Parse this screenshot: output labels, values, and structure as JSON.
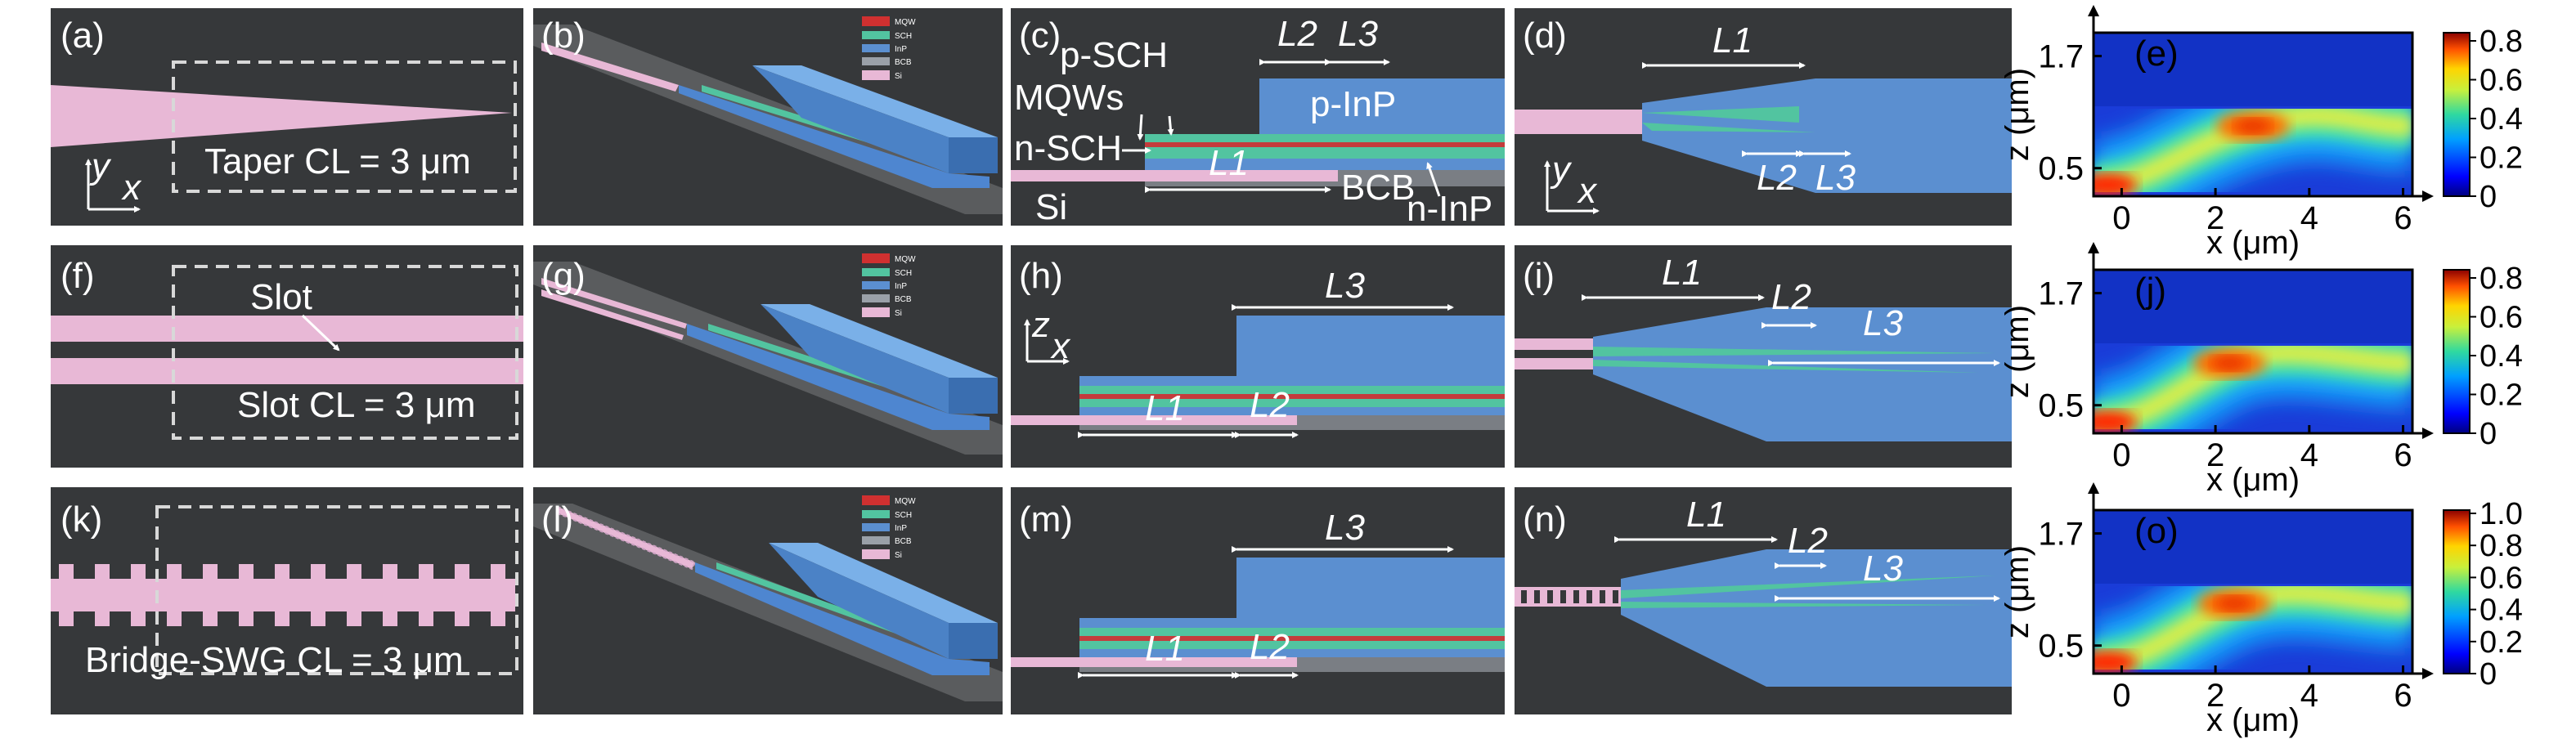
{
  "rows": [
    {
      "waveguide": {
        "tag": "(a)",
        "type": "taper",
        "caption": "Taper CL = 3 μm",
        "axis_y": "y",
        "axis_x": "x"
      },
      "device3d": {
        "tag": "(b)"
      },
      "side": {
        "tag": "(c)",
        "labels": {
          "psch": "p-SCH",
          "L2": "L2",
          "L3": "L3",
          "mqws": "MQWs",
          "pinp": "p-InP",
          "nsch": "n-SCH",
          "L1": "L1",
          "bcb": "BCB",
          "si": "Si",
          "ninp": "n-InP"
        }
      },
      "top": {
        "tag": "(d)",
        "L1": "L1",
        "L2": "L2",
        "L3": "L3",
        "axis_y": "y",
        "axis_x": "x"
      },
      "map": {
        "tag": "(e)",
        "cbar_ticks": [
          "0.8",
          "0.6",
          "0.4",
          "0.2",
          "0"
        ],
        "cbar_max": 0.8,
        "peak": [
          2.8,
          0.95
        ]
      }
    },
    {
      "waveguide": {
        "tag": "(f)",
        "type": "slot",
        "slot_label": "Slot",
        "caption": "Slot CL = 3 μm"
      },
      "device3d": {
        "tag": "(g)"
      },
      "side": {
        "tag": "(h)",
        "L1": "L1",
        "L2": "L2",
        "L3": "L3",
        "axis_z": "z",
        "axis_x": "x"
      },
      "top": {
        "tag": "(i)",
        "L1": "L1",
        "L2": "L2",
        "L3": "L3"
      },
      "map": {
        "tag": "(j)",
        "cbar_ticks": [
          "0.8",
          "0.6",
          "0.4",
          "0.2",
          "0"
        ],
        "cbar_max": 0.8,
        "peak": [
          2.3,
          0.95
        ]
      }
    },
    {
      "waveguide": {
        "tag": "(k)",
        "type": "bridge-swg",
        "caption": "Bridge-SWG CL = 3 μm"
      },
      "device3d": {
        "tag": "(l)"
      },
      "side": {
        "tag": "(m)",
        "L1": "L1",
        "L2": "L2",
        "L3": "L3"
      },
      "top": {
        "tag": "(n)",
        "L1": "L1",
        "L2": "L2",
        "L3": "L3"
      },
      "map": {
        "tag": "(o)",
        "cbar_ticks": [
          "1.0",
          "0.8",
          "0.6",
          "0.4",
          "0.2",
          "0"
        ],
        "cbar_max": 1.0,
        "peak": [
          2.4,
          0.95
        ]
      }
    }
  ],
  "field_map_axes": {
    "xlabel": "x (μm)",
    "ylabel": "z (μm)",
    "x_ticks": [
      "0",
      "2",
      "4",
      "6"
    ],
    "y_ticks": [
      "0.5",
      "1.7"
    ],
    "xlim": [
      -0.6,
      6.2
    ],
    "ylim": [
      0.2,
      1.95
    ]
  },
  "stack_legend": [
    "MQW",
    "SCH",
    "InP",
    "BCB",
    "Si"
  ],
  "colors": {
    "panel_bg": "#36383a",
    "si": "#e8b8d6",
    "inp": "#5b8fd0",
    "sch": "#52c4a0",
    "mqw": "#c43c3c",
    "arrow": "#ffffff"
  }
}
